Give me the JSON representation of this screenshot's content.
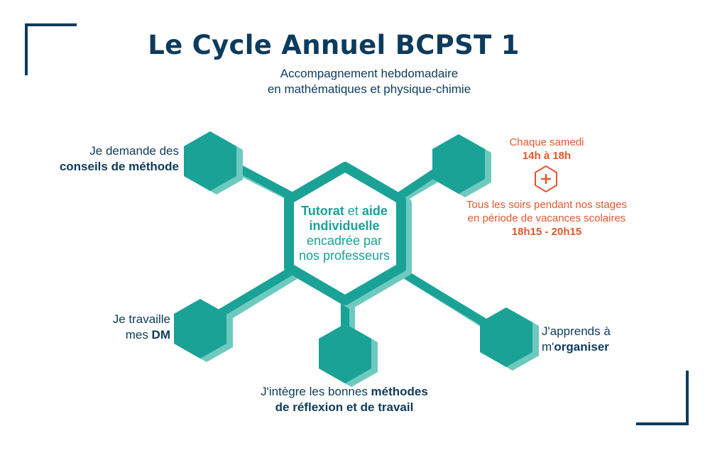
{
  "colors": {
    "navy": "#0d3b5c",
    "teal": "#1aa296",
    "teal_light": "#6ec9bf",
    "orange": "#e4572e"
  },
  "title": "Le Cycle Annuel BCPST 1",
  "subtitle": {
    "line1": "Accompagnement hebdomadaire",
    "line2": "en mathématiques et physique-chimie"
  },
  "center": {
    "w1": "Tutorat",
    "w2": " et ",
    "w3": "aide",
    "w4": "individuelle",
    "line3": "encadrée par",
    "line4": "nos professeurs"
  },
  "nodes": {
    "methode": {
      "line1": "Je demande des",
      "line2": "conseils de méthode"
    },
    "dm": {
      "line1": "Je travaille",
      "line2a": "mes ",
      "line2b": "DM"
    },
    "reflexion": {
      "line1a": "J'intègre les bonnes ",
      "line1b": "méthodes",
      "line2": "de réflexion et de travail"
    },
    "organiser": {
      "line1": "J'apprends à",
      "line2a": "m'",
      "line2b": "organiser"
    }
  },
  "schedule": {
    "saturday_label": "Chaque samedi",
    "saturday_time": "14h à 18h",
    "plus_icon": "plus-icon",
    "evenings_line1": "Tous les soirs pendant nos stages",
    "evenings_line2": "en période de vacances scolaires",
    "evenings_time": "18h15 - 20h15"
  }
}
